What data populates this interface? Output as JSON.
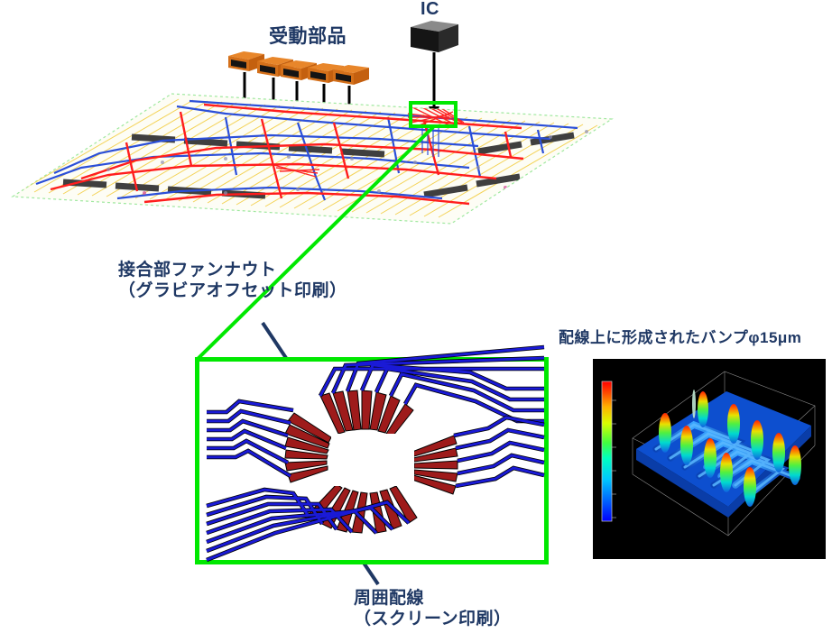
{
  "figure": {
    "type": "technical-illustration",
    "subject": "printed-electronics-circuit-board-assembly"
  },
  "labels": {
    "passive_components": "受動部品",
    "ic": "IC",
    "fanout_line1": "接合部ファンナウト",
    "fanout_line2": "（グラビアオフセット印刷）",
    "peripheral_line1": "周囲配線",
    "peripheral_line2": "（スクリーン印刷）",
    "bump_title": "配線上に形成されたバンプφ15μm"
  },
  "colors": {
    "text": "#1f3864",
    "arrow_navy": "#1f3864",
    "arrow_black": "#000000",
    "highlight_green": "#00e800",
    "trace_blue": "#1a1ad6",
    "trace_red": "#9e1b1b",
    "pcb_red": "#ff1d1d",
    "pcb_blue": "#2b4fd8",
    "pcb_yellow": "#f0c018",
    "pcb_gray": "#4a4a4a",
    "pcb_substrate": "#fdfdf2",
    "component_orange": "#e07818",
    "component_dark": "#1a1a1a",
    "ic_body": "#121212",
    "ic_top": "#6e6e6e",
    "plot_bg": "#000000"
  },
  "pcb": {
    "name": "circuit-board-3d-perspective",
    "arrow_count": 5,
    "highlight_box": "joint-fanout-region"
  },
  "components": {
    "passive_count": 5,
    "ic_count": 1
  },
  "detail": {
    "name": "fanout-detail-view",
    "center_pad": "ic-mounting-pad",
    "fanout_traces": "gravure-offset-printed",
    "peripheral_traces": "screen-printed"
  },
  "chart_data": {
    "type": "heatmap",
    "title": "配線上に形成されたバンプφ15μm",
    "description": "3D surface profilometry of printed bumps on wiring",
    "bump_count": 11,
    "bump_diameter_um": 15,
    "colorbar": {
      "position": "left",
      "orientation": "vertical",
      "stops": [
        "#0000ff",
        "#00a0ff",
        "#00ffd0",
        "#40ff40",
        "#d0ff00",
        "#ffc000",
        "#ff4000",
        "#ff0000"
      ]
    },
    "surface": {
      "base_color": "#1060e0",
      "ridge_color": "#3da0ff",
      "peak_color": "#ff3000",
      "ridge_count": 5
    },
    "legend_position": "none",
    "grid": false
  }
}
